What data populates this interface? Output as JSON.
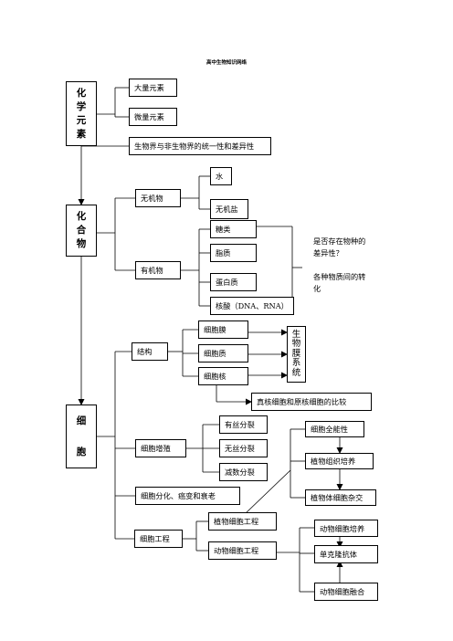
{
  "title": "高中生物知识网络",
  "chemical_elements": {
    "label": "化学元素",
    "macro": "大量元素",
    "micro": "微量元素",
    "unity": "生物界与非生物界的统一性和差异性"
  },
  "compounds": {
    "label": "化合物",
    "inorganic": "无机物",
    "water": "水",
    "salts": "无机盐",
    "organic": "有机物",
    "sugars": "糖类",
    "lipids": "脂质",
    "proteins": "蛋白质",
    "nucleic": "核酸（DNA、RNA）",
    "note_species": "是否存在物种的差异性？",
    "note_transform": "各种物质间的转化"
  },
  "cell": {
    "label": "细胞",
    "structure": "结构",
    "membrane": "细胞膜",
    "cytoplasm": "细胞质",
    "nucleus": "细胞核",
    "biomembrane": "生物膜系统",
    "compare": "真核细胞和原核细胞的比较",
    "proliferation": "细胞增殖",
    "mitosis": "有丝分裂",
    "amitosis": "无丝分裂",
    "meiosis": "减数分裂",
    "differentiation": "细胞分化、癌变和衰老",
    "engineering": "细胞工程",
    "plant_eng": "植物细胞工程",
    "animal_eng": "动物细胞工程",
    "totipotency": "细胞全能性",
    "tissue_culture": "植物组织培养",
    "somatic_hybrid": "植物体细胞杂交",
    "animal_culture": "动物细胞培养",
    "monoclonal": "单克隆抗体",
    "fusion": "动物细胞融合"
  }
}
